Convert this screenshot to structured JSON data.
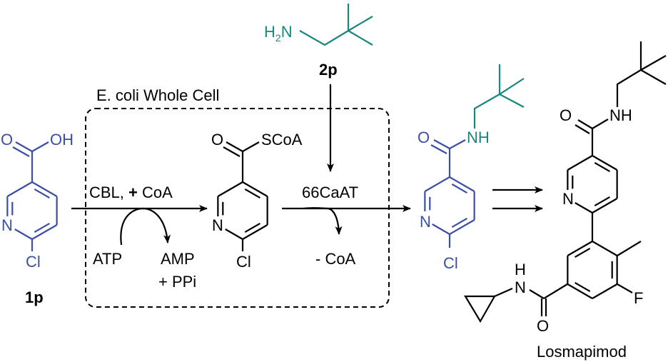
{
  "colors": {
    "substrate": "#3b4ea3",
    "amine": "#17877d",
    "default": "#000000"
  },
  "box_label": "E. coli Whole Cell",
  "compound_1p": {
    "label": "1p",
    "o": "O",
    "oh": "OH",
    "n": "N",
    "cl": "Cl"
  },
  "compound_2p": {
    "label": "2p",
    "h2n": "H",
    "sub2": "2",
    "n": "N"
  },
  "intermediate": {
    "o": "O",
    "scoa": "SCoA",
    "n": "N",
    "cl": "Cl"
  },
  "product": {
    "o": "O",
    "nh": "NH",
    "n": "N",
    "cl": "Cl"
  },
  "losmapimod": {
    "name": "Losmapimod",
    "o1": "O",
    "nh1": "NH",
    "n": "N",
    "f": "F",
    "h": "H",
    "n2": "N",
    "o2": "O"
  },
  "step1": {
    "enzyme": "CBL, ",
    "plus": "+",
    "cofactor": " CoA",
    "in": "ATP",
    "out1": "AMP",
    "out2": "+ PPi"
  },
  "step2": {
    "enzyme": "66CaAT",
    "out": "- CoA"
  }
}
